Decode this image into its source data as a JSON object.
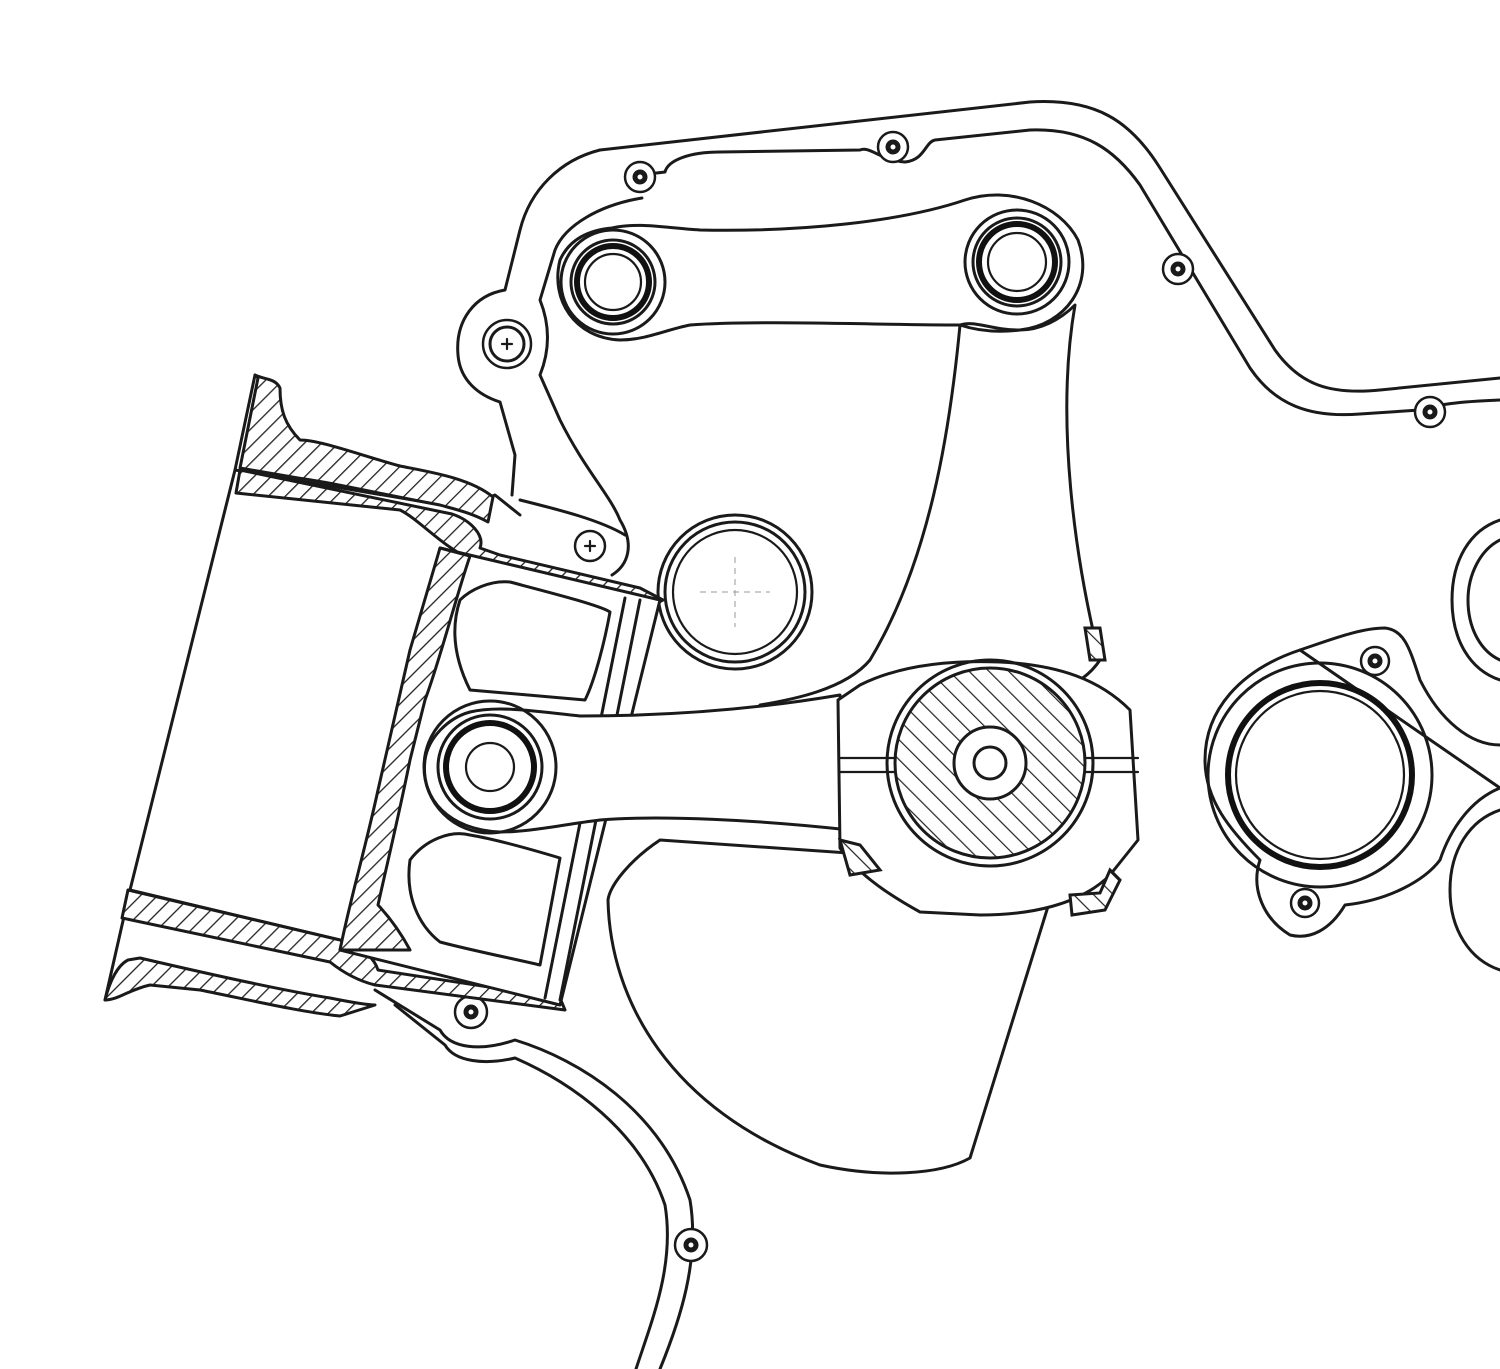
{
  "colors": {
    "line": "#1a1a1a",
    "background": "#ffffff",
    "hatch": "#222222"
  },
  "components": [
    "timing-cover-gasket",
    "cylinder-liner",
    "piston",
    "connecting-rod",
    "crankshaft-journal",
    "crank-counterweight",
    "upper-link-arm",
    "lower-link-arm",
    "idler-ring",
    "bearing-bore-cluster",
    "cover-bolts"
  ]
}
